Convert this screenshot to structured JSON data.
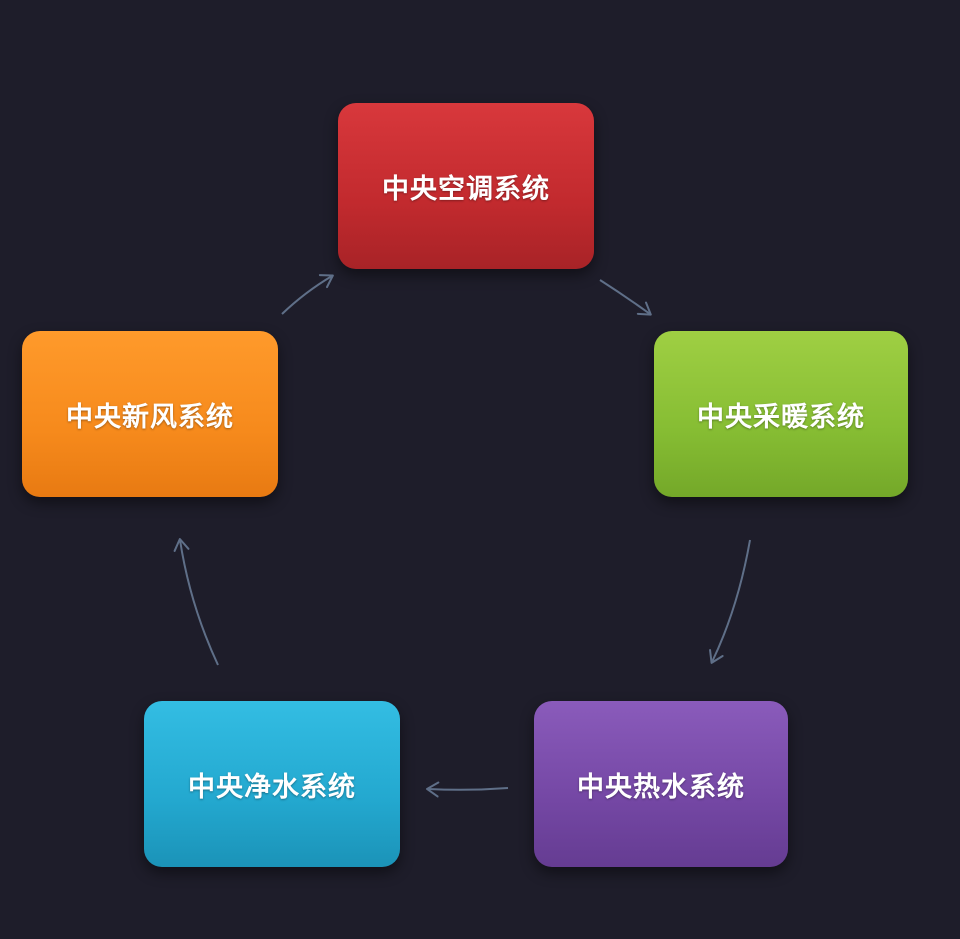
{
  "diagram": {
    "nodes": [
      {
        "id": "ac",
        "label": "中央空调系统",
        "color": "#c22a2e"
      },
      {
        "id": "heating",
        "label": "中央采暖系统",
        "color": "#86bd33"
      },
      {
        "id": "hotwater",
        "label": "中央热水系统",
        "color": "#7447a4"
      },
      {
        "id": "purewater",
        "label": "中央净水系统",
        "color": "#23a8cf"
      },
      {
        "id": "freshair",
        "label": "中央新风系统",
        "color": "#f68a1c"
      }
    ],
    "edges": [
      {
        "from": "ac",
        "to": "heating"
      },
      {
        "from": "heating",
        "to": "hotwater"
      },
      {
        "from": "hotwater",
        "to": "purewater"
      },
      {
        "from": "purewater",
        "to": "freshair"
      },
      {
        "from": "freshair",
        "to": "ac"
      }
    ],
    "arrow_color": "#5f6f88",
    "background": "#1e1d2a"
  }
}
